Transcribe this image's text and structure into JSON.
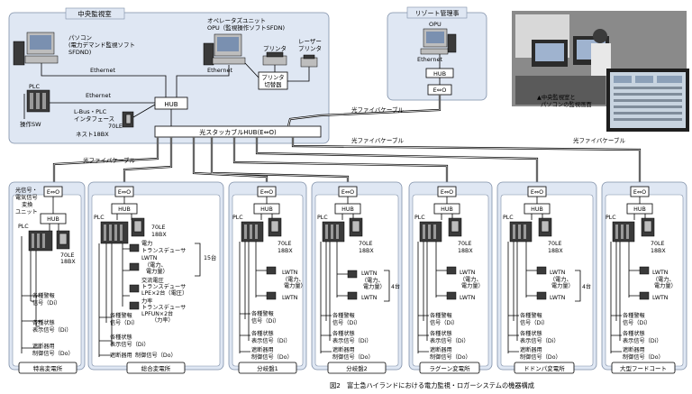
{
  "central": {
    "title": "中央監視室",
    "pc_label": [
      "パソコン",
      "(電力デマンド監視ソフト",
      "SFDND)"
    ],
    "opu_label": [
      "オペレータズユニット",
      "OPU（監視操作ソフトSFDN)"
    ],
    "printer": "プリンタ",
    "laser_printer": [
      "レーザー",
      "プリンタ"
    ],
    "printer_switch": [
      "プリンタ",
      "切替器"
    ],
    "ethernet": "Ethernet",
    "hub": "HUB",
    "plc": "PLC",
    "op_sw": "操作SW",
    "lbus": [
      "L-Bus・PLC",
      "インタフェース"
    ],
    "lbus_model": "70LE",
    "nest": "ネスト18BX"
  },
  "remote": {
    "title": "リゾート管理事",
    "opu": "OPU",
    "ethernet": "Ethernet",
    "hub": "HUB",
    "eo": "E⇔O"
  },
  "photo": {
    "caption": [
      "▲中央監視室と",
      "パソコンの監視画面"
    ]
  },
  "optical_hub": "光スタッカブルHUB(E⇔O)",
  "fiber": "光ファイバケーブル",
  "common": {
    "eo": "E⇔O",
    "hub": "HUB",
    "plc": "PLC",
    "model": [
      "70LE",
      "18BX"
    ],
    "alarm": [
      "各種警報",
      "信号（Di）"
    ],
    "status": [
      "各種状態",
      "表示信号（Di）"
    ],
    "breaker": [
      "遮断器用",
      "制御信号（Do）"
    ],
    "lwtn": "LWTN",
    "power": [
      "（電力、",
      "電力量）"
    ],
    "four": "4台"
  },
  "stations": [
    {
      "name": "特高変電所",
      "extra": [
        "光信号・",
        "電気信号",
        "変換",
        "ユニット"
      ]
    },
    {
      "name": "総合変電所",
      "t1": [
        "電力",
        "トランスデューサ"
      ],
      "t2": [
        "交流電圧",
        "トランスデューサ",
        "LPE×2台（電圧）"
      ],
      "t3": [
        "力率",
        "トランスデューサ",
        "LPFUN×2台",
        "（力率）"
      ],
      "count": "15台"
    },
    {
      "name": "分岐盤1"
    },
    {
      "name": "分岐盤2"
    },
    {
      "name": "ラグーン変電所"
    },
    {
      "name": "ドドンパ変電所"
    },
    {
      "name": "大型フードコート"
    }
  ],
  "figure_caption": "図2　富士急ハイランドにおける電力監視・ロガーシステムの機器構成"
}
